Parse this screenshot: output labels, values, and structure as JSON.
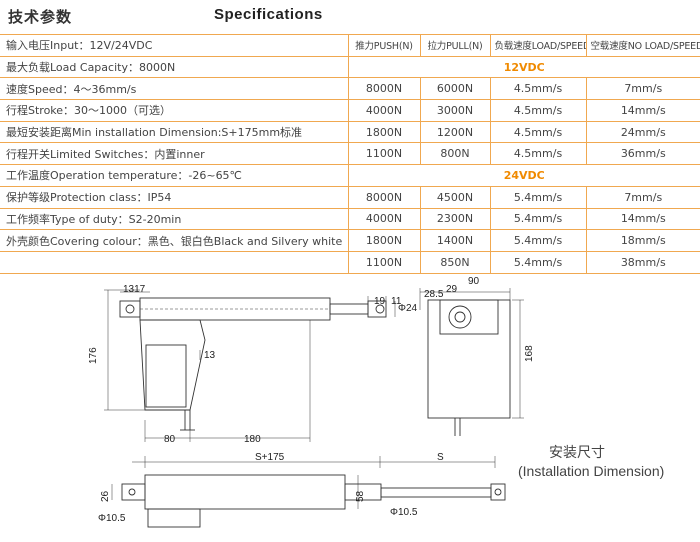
{
  "header": {
    "title_cn": "技术参数",
    "title_en": "Specifications"
  },
  "table": {
    "col_headers": [
      "推力PUSH(N)",
      "拉力PULL(N)",
      "负载速度LOAD/SPEED",
      "空载速度NO LOAD/SPEED"
    ],
    "voltage_labels": [
      "12VDC",
      "24VDC"
    ],
    "row_labels": [
      "输入电压Input：12V/24VDC",
      "最大负载Load Capacity：8000N",
      "速度Speed：4～36mm/s",
      "行程Stroke：30～1000（可选）",
      "最短安装距离Min installation Dimension:S+175mm标准",
      "行程开关Limited Switches：内置inner",
      "工作温度Operation temperature：-26~65℃",
      "保护等级Protection class：IP54",
      "工作频率Type of duty：S2-20min",
      "外壳颜色Covering colour：黑色、银白色Black and Silvery white",
      ""
    ],
    "rows_12v": [
      [
        "8000N",
        "6000N",
        "4.5mm/s",
        "7mm/s"
      ],
      [
        "4000N",
        "3000N",
        "4.5mm/s",
        "14mm/s"
      ],
      [
        "1800N",
        "1200N",
        "4.5mm/s",
        "24mm/s"
      ],
      [
        "1100N",
        "800N",
        "4.5mm/s",
        "36mm/s"
      ]
    ],
    "rows_24v": [
      [
        "8000N",
        "4500N",
        "5.4mm/s",
        "7mm/s"
      ],
      [
        "4000N",
        "2300N",
        "5.4mm/s",
        "14mm/s"
      ],
      [
        "1800N",
        "1400N",
        "5.4mm/s",
        "18mm/s"
      ],
      [
        "1100N",
        "850N",
        "5.4mm/s",
        "38mm/s"
      ]
    ]
  },
  "drawing": {
    "dimensions": {
      "d1317": "1317",
      "d176": "176",
      "d13": "13",
      "d80": "80",
      "d180": "180",
      "d19": "19",
      "d11": "11",
      "dphi24": "Φ24",
      "d28_5": "28.5",
      "d29": "29",
      "d90": "90",
      "d168": "168",
      "ds175": "S+175",
      "ds": "S",
      "d26": "26",
      "d58": "58",
      "dphi10_5_left": "Φ10.5",
      "dphi10_5_right": "Φ10.5"
    },
    "caption_cn": "安装尺寸",
    "caption_en": "(Installation Dimension)"
  }
}
